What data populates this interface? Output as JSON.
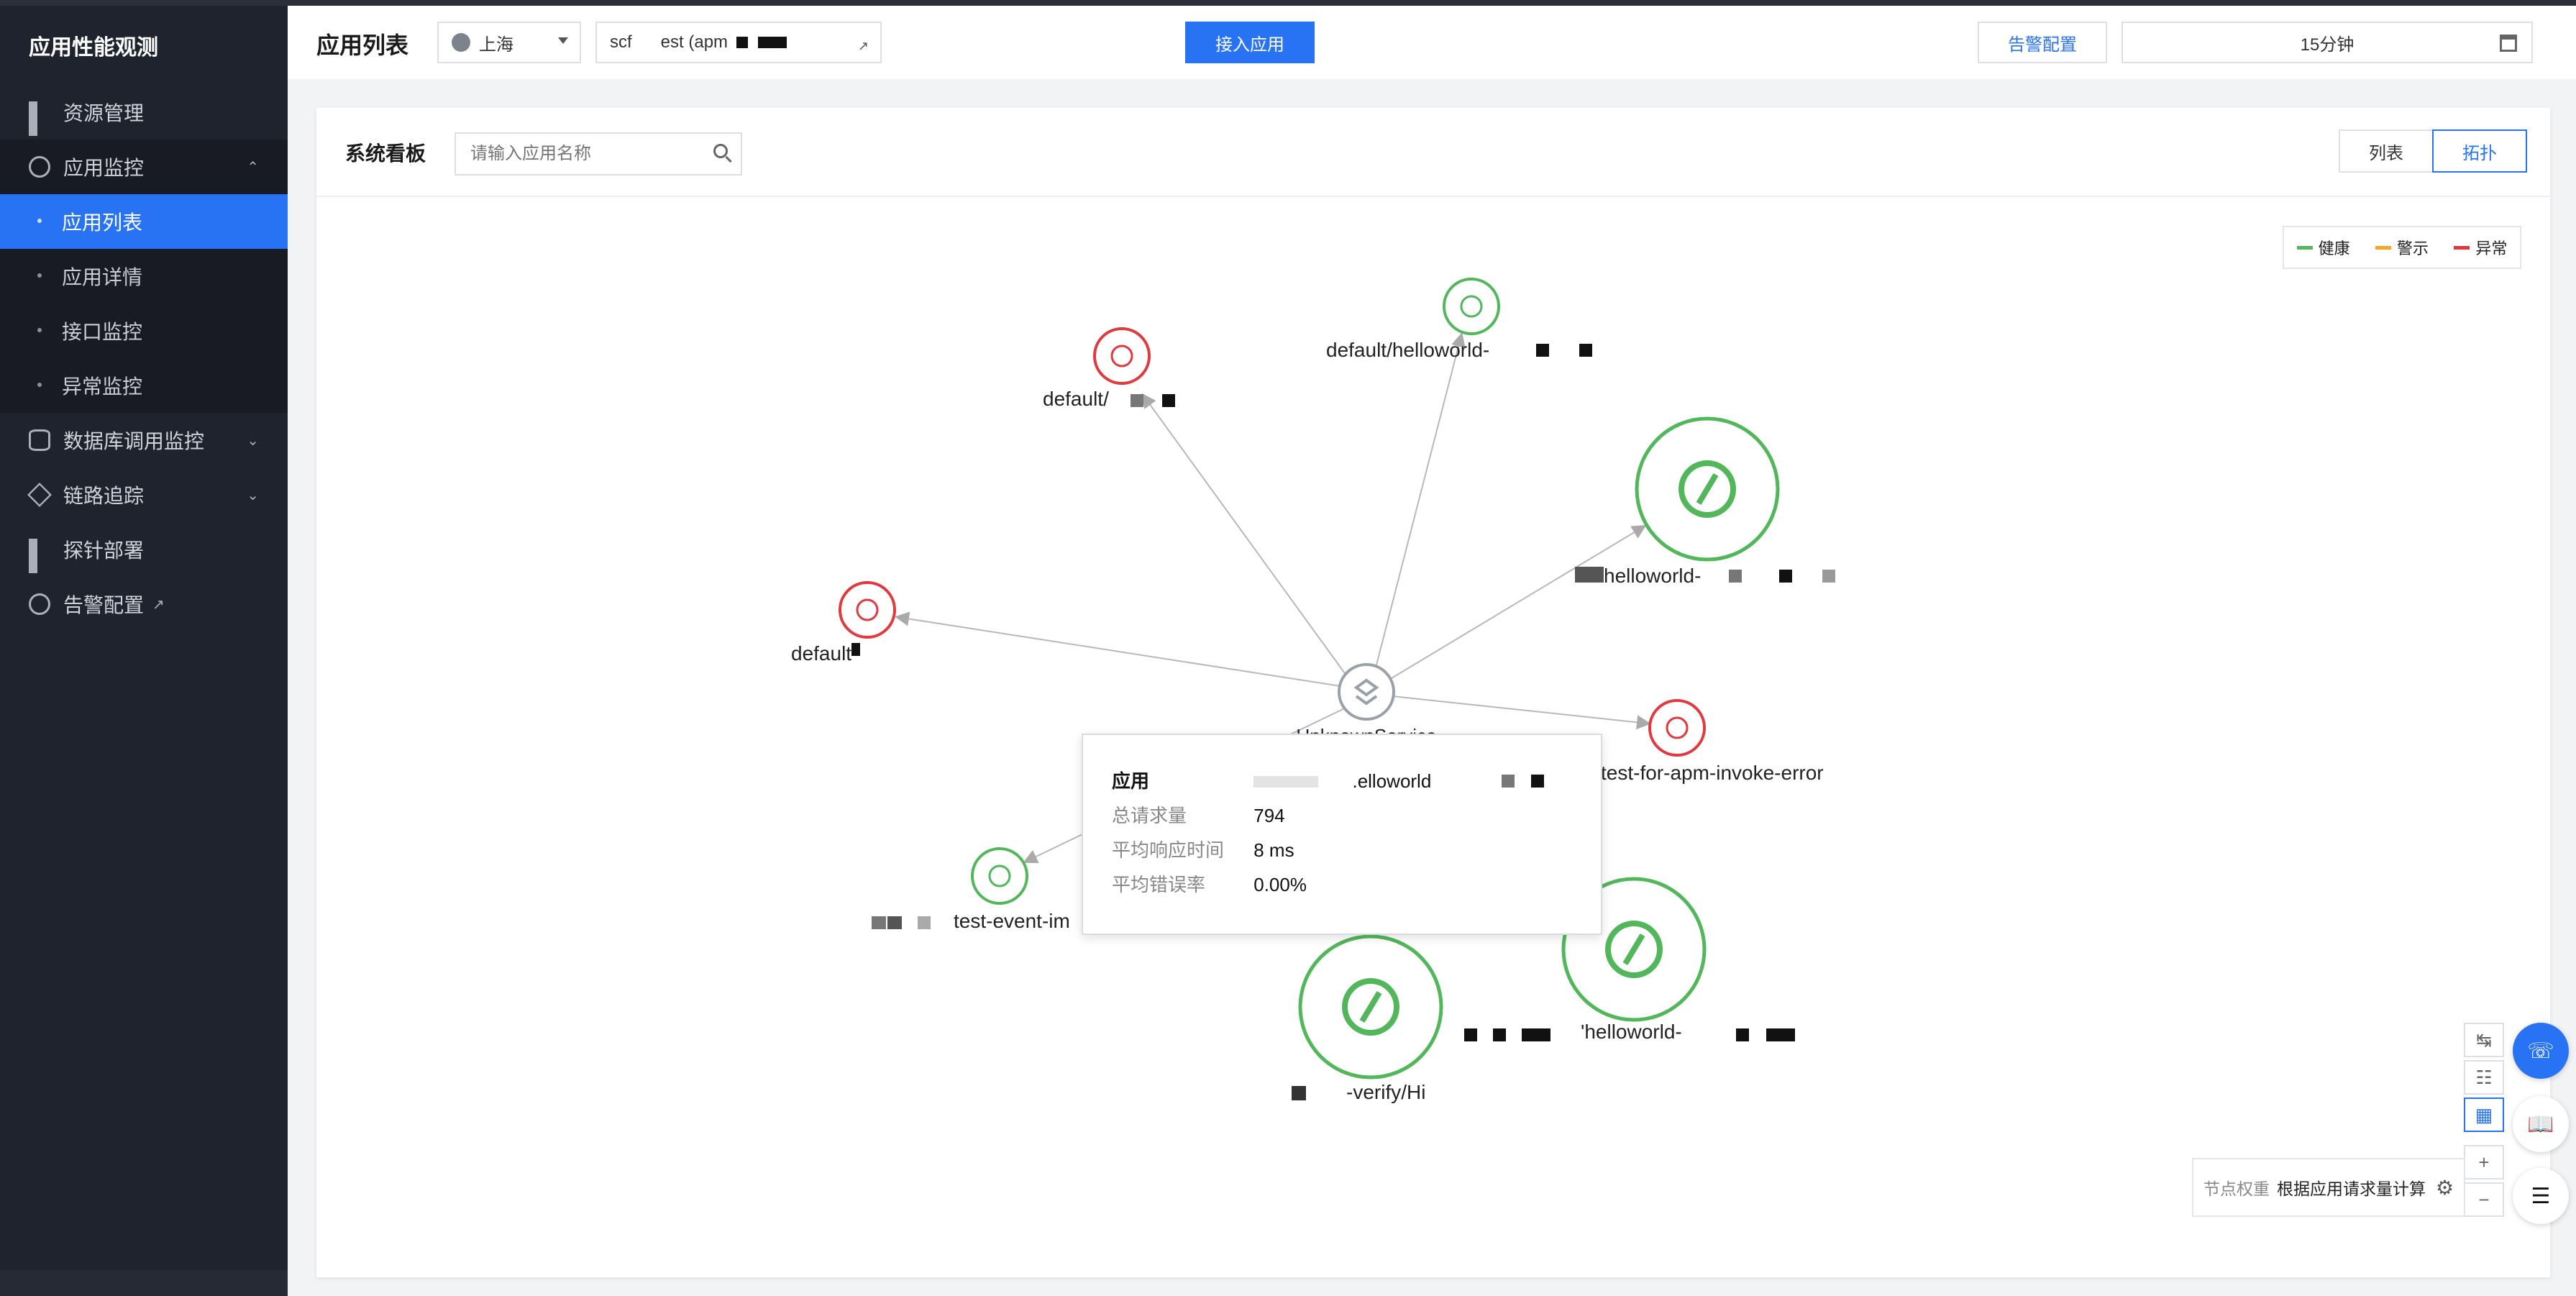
{
  "sidebar": {
    "brand": "应用性能观测",
    "items": [
      {
        "label": "资源管理",
        "icon": "grid-icon"
      },
      {
        "label": "应用监控",
        "icon": "pulse-icon",
        "expanded": true,
        "children": [
          {
            "label": "应用列表",
            "active": true
          },
          {
            "label": "应用详情"
          },
          {
            "label": "接口监控"
          },
          {
            "label": "异常监控"
          }
        ]
      },
      {
        "label": "数据库调用监控",
        "icon": "database-icon"
      },
      {
        "label": "链路追踪",
        "icon": "hexagon-icon"
      },
      {
        "label": "探针部署",
        "icon": "grid-icon"
      },
      {
        "label": "告警配置",
        "icon": "pulse-icon"
      }
    ]
  },
  "header": {
    "title": "应用列表",
    "region": "上海",
    "instance": "scf      est (apm",
    "connect_button": "接入应用",
    "alert_button": "告警配置",
    "time_range": "15分钟"
  },
  "panel": {
    "title": "系统看板",
    "search_placeholder": "请输入应用名称",
    "view_list": "列表",
    "view_topology": "拓扑"
  },
  "legend": {
    "healthy": "健康",
    "warning": "警示",
    "error": "异常",
    "colors": {
      "healthy": "#52b65a",
      "warning": "#f5a623",
      "error": "#e0393e",
      "neutral": "#9aa0a8"
    }
  },
  "topology": {
    "center": {
      "label": "UnknownService"
    },
    "nodes": [
      {
        "label": "default/",
        "status": "error"
      },
      {
        "label": "default/helloworld-",
        "status": "healthy"
      },
      {
        "label": "helloworld-",
        "status": "healthy"
      },
      {
        "label": "default",
        "status": "error"
      },
      {
        "label": "test-for-apm-invoke-error",
        "status": "error"
      },
      {
        "label": "test-event-im",
        "status": "healthy"
      },
      {
        "label": "'helloworld-",
        "status": "healthy"
      },
      {
        "label": "-verify/Hi",
        "status": "healthy"
      }
    ]
  },
  "tooltip": {
    "app_label": "应用",
    "app_value": ".elloworld",
    "rows": [
      {
        "key": "总请求量",
        "value": "794"
      },
      {
        "key": "平均响应时间",
        "value": "8 ms"
      },
      {
        "key": "平均错误率",
        "value": "0.00%"
      }
    ]
  },
  "weight": {
    "label": "节点权重",
    "value": "根据应用请求量计算"
  }
}
